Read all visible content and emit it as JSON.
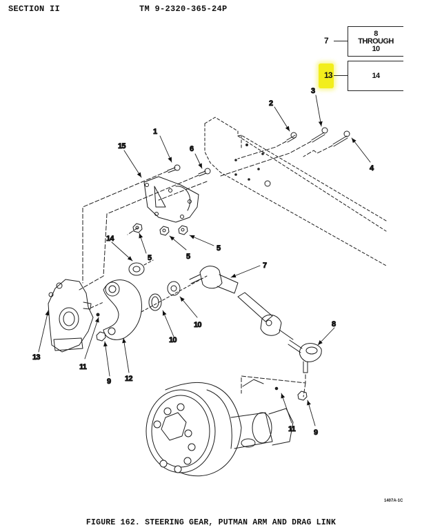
{
  "header": {
    "section": "SECTION II",
    "tm_number": "TM 9-2320-365-24P"
  },
  "reference_boxes": [
    {
      "item": "7",
      "box_text": "8\nTHROUGH\n10"
    },
    {
      "item": "13",
      "box_text": "14",
      "highlighted": true,
      "highlight_color": "#f2ee1c"
    }
  ],
  "figure": {
    "callouts": [
      "1",
      "2",
      "3",
      "4",
      "5",
      "5",
      "5",
      "6",
      "7",
      "8",
      "9",
      "9",
      "10",
      "10",
      "11",
      "11",
      "12",
      "13",
      "14",
      "15"
    ],
    "labels": {
      "c1": "1",
      "c2": "2",
      "c3": "3",
      "c4": "4",
      "c5a": "5",
      "c5b": "5",
      "c5c": "5",
      "c6": "6",
      "c7": "7",
      "c8": "8",
      "c9a": "9",
      "c9b": "9",
      "c10a": "10",
      "c10b": "10",
      "c11a": "11",
      "c11b": "11",
      "c12": "12",
      "c13": "13",
      "c14": "14",
      "c15": "15"
    },
    "code": "1407A-1C",
    "caption": "FIGURE 162.  STEERING GEAR, PUTMAN ARM AND DRAG LINK"
  }
}
